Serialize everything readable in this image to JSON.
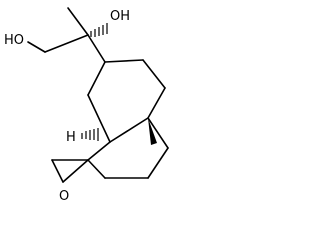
{
  "molecule": {
    "labels": {
      "oh_tertiary": "OH",
      "oh_primary": "HO",
      "h_ring_fusion": "H",
      "o_epoxide": "O"
    }
  }
}
